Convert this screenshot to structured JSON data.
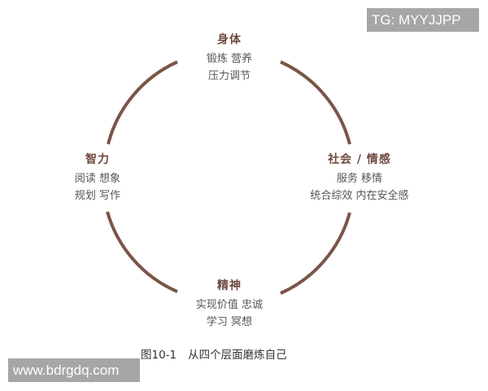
{
  "diagram": {
    "type": "cycle",
    "arc_color": "#7a5548",
    "nodes": {
      "top": {
        "title": "身体",
        "lines": [
          "锻炼 营养",
          "压力调节"
        ]
      },
      "left": {
        "title": "智力",
        "lines": [
          "阅读 想象",
          "规划 写作"
        ]
      },
      "right": {
        "title": "社会 / 情感",
        "lines": [
          "服务 移情",
          "统合综效 内在安全感"
        ]
      },
      "bottom": {
        "title": "精神",
        "lines": [
          "实现价值 忠诚",
          "学习 冥想"
        ]
      }
    },
    "caption": {
      "number": "图10-1",
      "text": "从四个层面磨炼自己"
    }
  },
  "watermarks": {
    "top_right": "TG: MYYJJPP",
    "bottom_left": "www.bdrgdq.com"
  }
}
